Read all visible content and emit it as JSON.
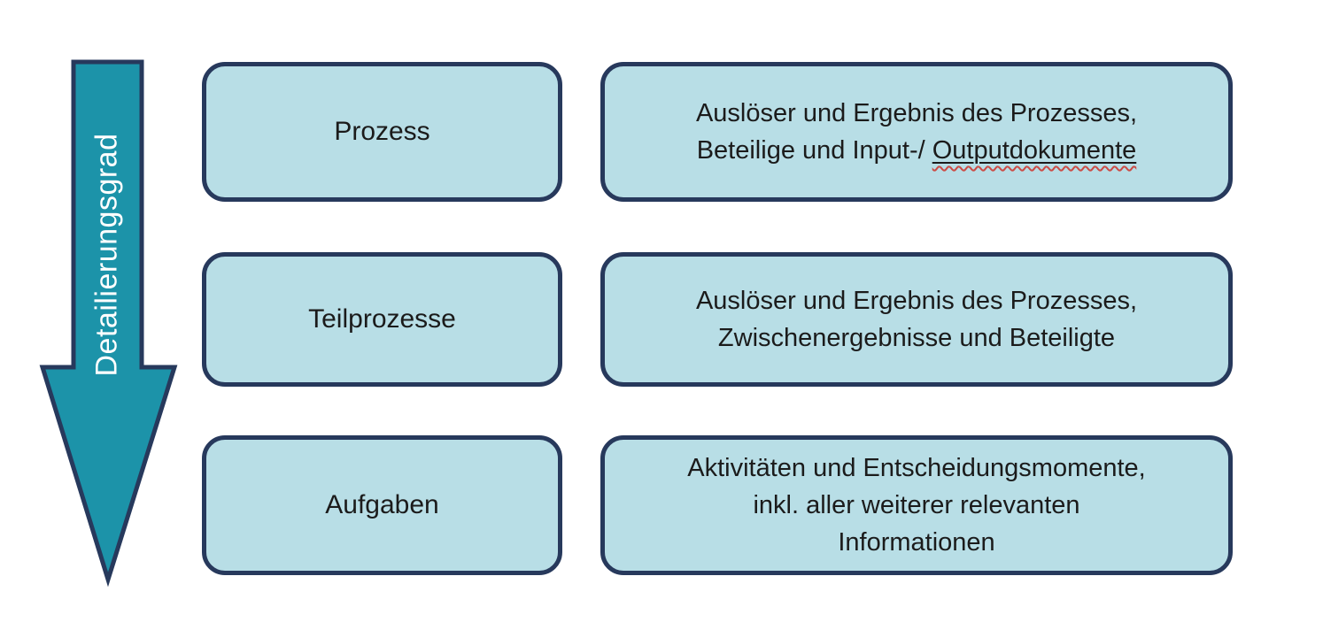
{
  "colors": {
    "background": "#ffffff",
    "arrow_fill": "#1c93a9",
    "outline": "#27395c",
    "box_fill": "#b8dee6",
    "text": "#1b1b1b",
    "arrow_label_color": "#ffffff",
    "spellcheck_red": "#cc4b45"
  },
  "arrow": {
    "label": "Detailierungsgrad"
  },
  "rows": [
    {
      "label": "Prozess",
      "desc_line1": "Auslöser und Ergebnis des Prozesses,",
      "desc_line2_prefix": "Beteilige und Input-/ ",
      "desc_line2_underlined": "Outputdokumente"
    },
    {
      "label": "Teilprozesse",
      "desc_line1": "Auslöser und Ergebnis des Prozesses,",
      "desc_line2": "Zwischenergebnisse und Beteiligte"
    },
    {
      "label": "Aufgaben",
      "desc_line1": "Aktivitäten und Entscheidungsmomente,",
      "desc_line2": "inkl. aller weiterer relevanten",
      "desc_line3": "Informationen"
    }
  ]
}
